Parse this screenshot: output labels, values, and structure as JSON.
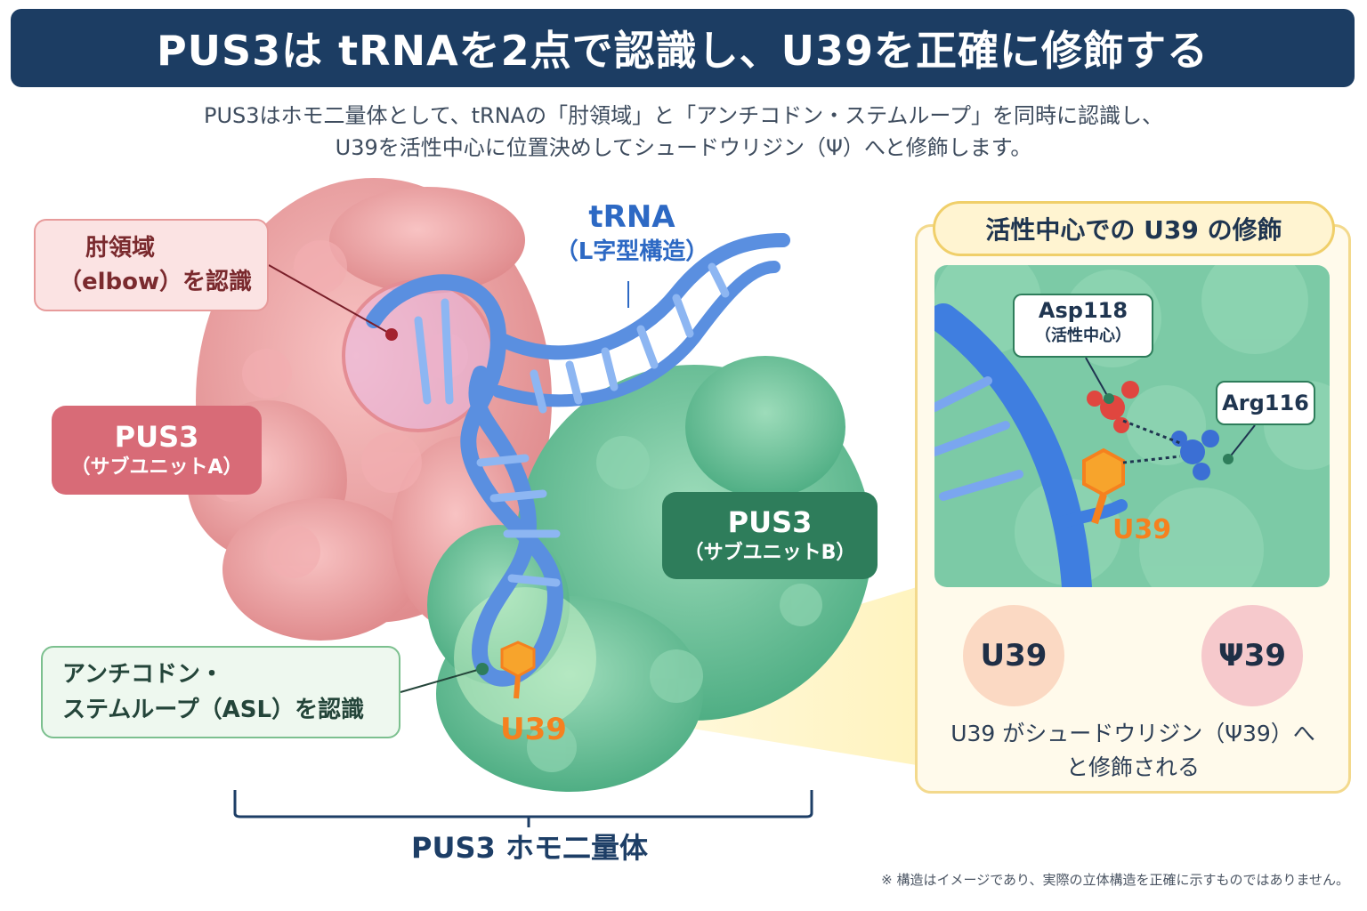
{
  "title": "PUS3は tRNAを2点で認識し、U39を正確に修飾する",
  "subtitle": {
    "line1": "PUS3はホモ二量体として、tRNAの「肘領域」と「アンチコドン・ステムループ」を同時に認識し、",
    "line2": "U39を活性中心に位置決めしてシュードウリジン（Ψ）へと修飾します。"
  },
  "callouts": {
    "elbow": {
      "line1": "肘領域",
      "line2": "（elbow）を認識"
    },
    "subunit_a": {
      "line1": "PUS3",
      "line2": "（サブユニットA）"
    },
    "subunit_b": {
      "line1": "PUS3",
      "line2": "（サブユニットB）"
    },
    "asl": {
      "line1": "アンチコドン・",
      "line2": "ステムループ（ASL）を認識"
    }
  },
  "trna": {
    "line1": "tRNA",
    "line2": "（L字型構造）"
  },
  "u39_label": "U39",
  "homodimer_label": "PUS3 ホモ二量体",
  "footnote": "※ 構造はイメージであり、実際の立体構造を正確に示すものではありません。",
  "panel": {
    "title": "活性中心での U39 の修飾",
    "asp": {
      "line1": "Asp118",
      "line2": "（活性中心）"
    },
    "arg": "Arg116",
    "u39": "U39",
    "from": "U39",
    "to": "Ψ39",
    "description_line1": "U39 がシュードウリジン（Ψ39）へ",
    "description_line2": "と修飾される"
  },
  "colors": {
    "title_bg": "#1c3d63",
    "subunit_a": "#e89a9a",
    "subunit_b": "#6cc298",
    "trna": "#5a8fe0",
    "u39": "#f5811f",
    "asp": "#e0463f",
    "arg": "#3b6fd4"
  }
}
